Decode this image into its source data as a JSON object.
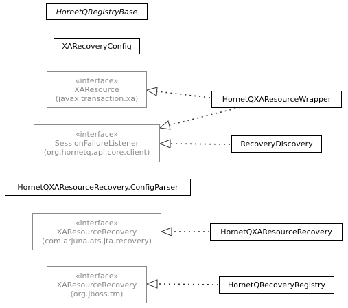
{
  "diagram": {
    "classes": [
      {
        "id": "registry-base",
        "label": "HornetQRegistryBase",
        "abstract": true
      },
      {
        "id": "xa-recovery-config",
        "label": "XARecoveryConfig"
      },
      {
        "id": "wrapper",
        "label": "HornetQXAResourceWrapper"
      },
      {
        "id": "recovery-discovery",
        "label": "RecoveryDiscovery"
      },
      {
        "id": "config-parser",
        "label": "HornetQXAResourceRecovery.ConfigParser"
      },
      {
        "id": "xa-resource-recovery",
        "label": "HornetQXAResourceRecovery"
      },
      {
        "id": "recovery-registry",
        "label": "HornetQRecoveryRegistry"
      }
    ],
    "interfaces": [
      {
        "id": "xaresource",
        "stereotype": "«interface»",
        "name": "XAResource",
        "package": "(javax.transaction.xa)"
      },
      {
        "id": "session-failure-listener",
        "stereotype": "«interface»",
        "name": "SessionFailureListener",
        "package": "(org.hornetq.api.core.client)"
      },
      {
        "id": "arjuna-recovery",
        "stereotype": "«interface»",
        "name": "XAResourceRecovery",
        "package": "(com.arjuna.ats.jta.recovery)"
      },
      {
        "id": "jboss-recovery",
        "stereotype": "«interface»",
        "name": "XAResourceRecovery",
        "package": "(org.jboss.tm)"
      }
    ],
    "relations": [
      {
        "from": "wrapper",
        "to": "xaresource",
        "type": "realization"
      },
      {
        "from": "wrapper",
        "to": "session-failure-listener",
        "type": "realization"
      },
      {
        "from": "recovery-discovery",
        "to": "session-failure-listener",
        "type": "realization"
      },
      {
        "from": "xa-resource-recovery",
        "to": "arjuna-recovery",
        "type": "realization"
      },
      {
        "from": "recovery-registry",
        "to": "jboss-recovery",
        "type": "realization"
      }
    ],
    "colors": {
      "class_border": "#000000",
      "interface_border": "#8a8a8a",
      "interface_text": "#8a8a8a",
      "edge": "#333333"
    }
  }
}
